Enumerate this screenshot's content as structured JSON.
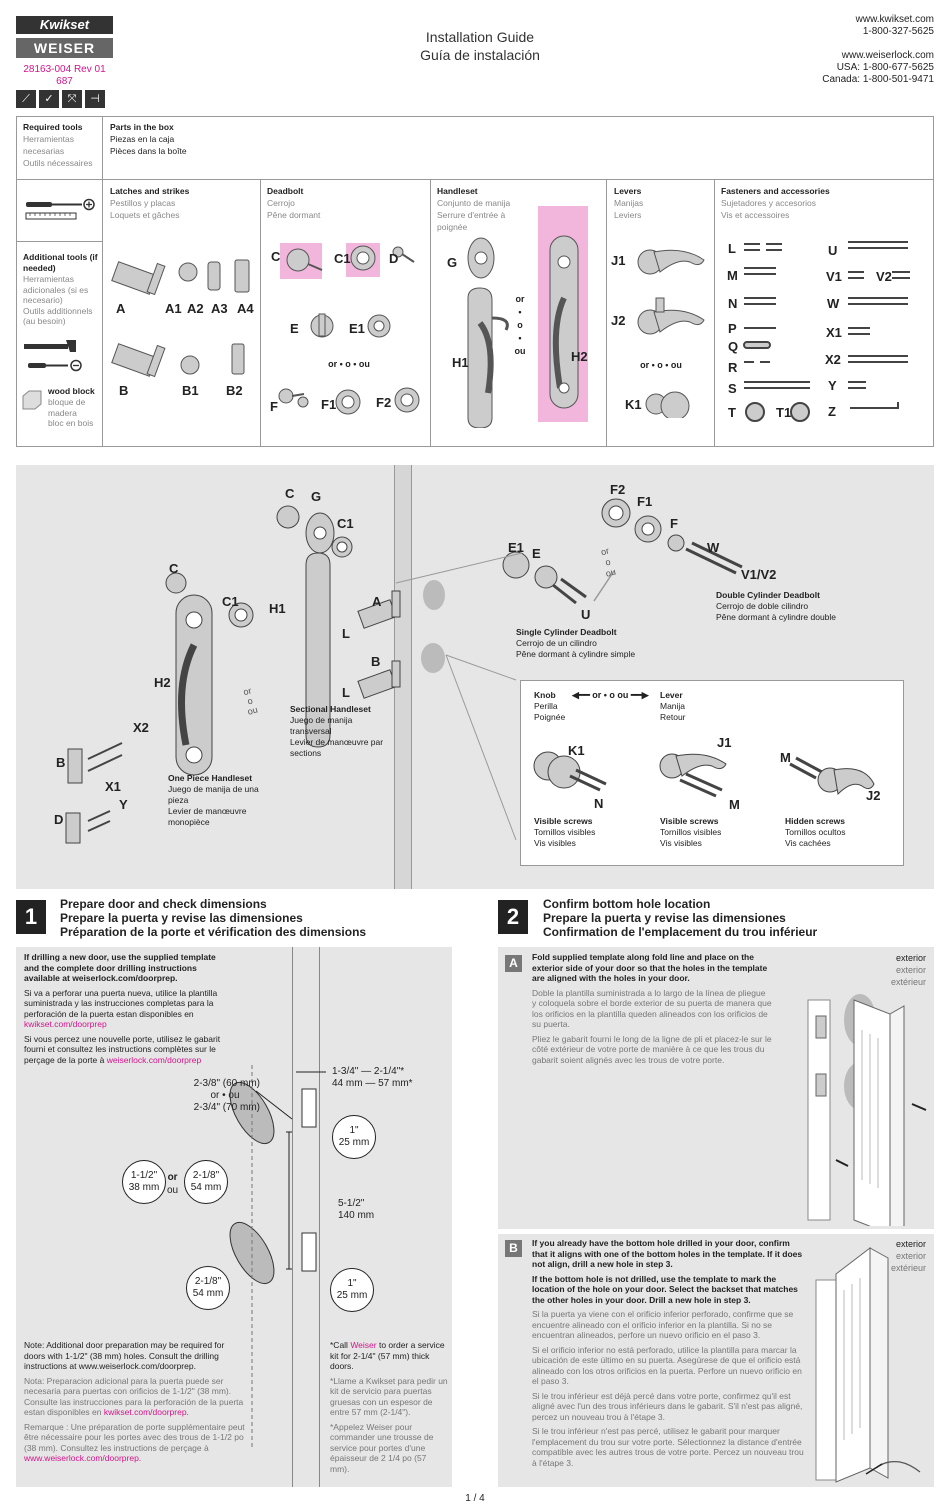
{
  "header": {
    "brand1": "Kwikset",
    "brand2": "WEISER",
    "doc_number": "28163-004 Rev 01",
    "doc_code": "687",
    "title_en": "Installation Guide",
    "title_es": "Guía de instalación",
    "web_kwikset": "www.kwikset.com",
    "phone_kwikset": "1-800-327-5625",
    "web_weiser": "www.weiserlock.com",
    "phone_usa": "USA: 1-800-677-5625",
    "phone_canada": "Canada: 1-800-501-9471"
  },
  "parts": {
    "required_tools": {
      "title": "Required tools",
      "es": "Herramientas necesarias",
      "fr": "Outils nécessaires"
    },
    "parts_in_box": {
      "title": "Parts in the box",
      "es": "Piezas en la caja",
      "fr": "Pièces dans la boîte"
    },
    "additional_tools": {
      "title": "Additional tools (if needed)",
      "es": "Herramientas adicionales (si es necesario)",
      "fr": "Outils additionnels (au besoin)",
      "wood_block": "wood block",
      "wood_es": "bloque de madera",
      "wood_fr": "bloc en bois"
    },
    "latches": {
      "title": "Latches and strikes",
      "es": "Pestillos y placas",
      "fr": "Loquets et gâches"
    },
    "deadbolt": {
      "title": "Deadbolt",
      "es": "Cerrojo",
      "fr": "Pêne dormant"
    },
    "handleset": {
      "title": "Handleset",
      "es": "Conjunto de manija",
      "fr": "Serrure d'entrée à poignée"
    },
    "levers": {
      "title": "Levers",
      "es": "Manijas",
      "fr": "Leviers"
    },
    "fasteners": {
      "title": "Fasteners and accessories",
      "es": "Sujetadores y accesorios",
      "fr": "Vis et accessoires"
    },
    "or_text": "or • o • ou",
    "or": "or",
    "o": "o",
    "ou": "ou",
    "labels": {
      "A": "A",
      "A1": "A1",
      "A2": "A2",
      "A3": "A3",
      "A4": "A4",
      "B": "B",
      "B1": "B1",
      "B2": "B2",
      "C": "C",
      "C1": "C1",
      "D": "D",
      "E": "E",
      "E1": "E1",
      "F": "F",
      "F1": "F1",
      "F2": "F2",
      "G": "G",
      "H1": "H1",
      "H2": "H2",
      "J1": "J1",
      "J2": "J2",
      "K1": "K1",
      "L": "L",
      "M": "M",
      "N": "N",
      "P": "P",
      "Q": "Q",
      "R": "R",
      "S": "S",
      "T": "T",
      "T1": "T1",
      "U": "U",
      "V1": "V1",
      "V2": "V2",
      "W": "W",
      "X1": "X1",
      "X2": "X2",
      "Y": "Y",
      "Z": "Z"
    }
  },
  "exploded": {
    "one_piece": {
      "en": "One Piece Handleset",
      "es": "Juego de manija de una pieza",
      "fr": "Levier de manœuvre monopièce"
    },
    "sectional": {
      "en": "Sectional Handleset",
      "es": "Juego de manija transversal",
      "fr": "Levier de manœuvre par sections"
    },
    "single_cyl": {
      "en": "Single Cylinder Deadbolt",
      "es": "Cerrojo de un cilindro",
      "fr": "Pêne dormant à cylindre simple"
    },
    "double_cyl": {
      "en": "Double Cylinder Deadbolt",
      "es": "Cerrojo de doble cilindro",
      "fr": "Pêne dormant à cylindre double"
    },
    "knob": {
      "en": "Knob",
      "es": "Perilla",
      "fr": "Poignée"
    },
    "lever": {
      "en": "Lever",
      "es": "Manija",
      "fr": "Retour"
    },
    "or_o_ou": "or • o ou",
    "v1v2": "V1/V2",
    "visible_screws": {
      "en": "Visible screws",
      "es": "Tornillos visibles",
      "fr": "Vis visibles"
    },
    "hidden_screws": {
      "en": "Hidden screws",
      "es": "Tornillos ocultos",
      "fr": "Vis cachées"
    }
  },
  "step1": {
    "num": "1",
    "title_en": "Prepare door and check dimensions",
    "title_es": "Prepare la puerta y revise las dimensiones",
    "title_fr": "Préparation de la porte et vérification des dimensions",
    "p1": "If drilling a new door, use the supplied template and the complete door drilling instructions available at  weiserlock.com/doorprep.",
    "p2a": "Si va a perforar una puerta nueva, utilice la plantilla suministrada y las instrucciones completas para la perforación de la puerta estan disponibles en ",
    "p2link": "kwikset.com/doorprep",
    "p3a": "Si vous percez une nouvelle porte, utilisez le gabarit fourni et consultez les instructions complètes sur le perçage de la porte à ",
    "p3link": "weiserlock.com/doorprep",
    "dim_backset": "2-3/8\" (60 mm)",
    "dim_or": "or • ou",
    "dim_backset2": "2-3/4\" (70 mm)",
    "dim_thick": "1-3/4\" — 2-1/4\"*",
    "dim_thick_mm": "44 mm — 57 mm*",
    "dim_hole1_in": "1-1/2\"",
    "dim_hole1_mm": "38 mm",
    "dim_or2": "or",
    "dim_ou": "ou",
    "dim_hole2_in": "2-1/8\"",
    "dim_hole2_mm": "54 mm",
    "dim_edge_in": "1\"",
    "dim_edge_mm": "25 mm",
    "dim_spacing_in": "5-1/2\"",
    "dim_spacing_mm": "140 mm",
    "dim_hole3_in": "2-1/8\"",
    "dim_hole3_mm": "54 mm",
    "dim_edge2_in": "1\"",
    "dim_edge2_mm": "25 mm",
    "note_en": "Note: Additional door preparation may be required for doors with 1-1/2\" (38 mm) holes. Consult the drilling instructions at www.weiserlock.com/doorprep.",
    "note_es_a": "Nota: Preparacion adicional para la puerta puede ser necesaria para puertas con orificios de 1-1/2\" (38 mm). Consulte las instrucciones para la perforación de la puerta estan disponibles en ",
    "note_es_link": "kwikset.com/doorprep.",
    "note_fr_a": "Remarque : Une préparation de porte supplémentaire peut être nécessaire pour les portes avec des trous de 1-1/2 po (38 mm). Consultez les instructions de perçage à ",
    "note_fr_link": "www.weiserlock.com/doorprep.",
    "call_a": "*Call ",
    "call_brand": "Weiser",
    "call_b": " to order a service kit for 2-1/4\" (57 mm) thick doors.",
    "call_es": "*Llame a Kwikset para pedir un kit de servicio para puertas gruesas con un espesor de entre 57 mm (2-1/4\").",
    "call_fr": "*Appelez Weiser pour commander une trousse de service pour portes d'une épaisseur de 2 1/4 po (57 mm)."
  },
  "step2": {
    "num": "2",
    "title_en": "Confirm bottom hole location",
    "title_es": "Prepare la puerta y revise las dimensiones",
    "title_fr": "Confirmation de l'emplacement du trou inférieur",
    "A_tag": "A",
    "A_en": "Fold supplied template along fold line and place on the exterior side of your door so that the holes in the template are aligned with the holes in your door.",
    "A_es": "Doble la plantilla suministrada a lo largo de la línea de pliegue y coloquela sobre el borde exterior de su puerta de manera que los orificios en la plantilla queden alineados con los orificios de su puerta.",
    "A_fr": "Pliez le gabarit fourni le long de la ligne de pli et placez-le sur le côté extérieur de votre porte de manière à ce que les trous du gabarit soient alignés avec les trous de votre porte.",
    "exterior_en": "exterior",
    "exterior_es": "exterior",
    "exterior_fr": "extérieur",
    "B_tag": "B",
    "B_en1": "If you already have the bottom hole drilled in your door, confirm that it aligns with one of the bottom holes in the template. If it does not align, drill a new hole in step 3.",
    "B_en2": "If the bottom hole is not drilled, use the template to mark the location of the hole on your door. Select the backset that matches the other holes in your door. Drill a new hole in step 3.",
    "B_es1": "Si la puerta ya viene con el orificio inferior perforado, confirme que se encuentre alineado con el orificio inferior en la plantilla. Si no se encuentran alineados, perfore un nuevo orificio en el paso 3.",
    "B_es2": "Si el orificio inferior no está perforado, utilice la plantilla para marcar la ubicación de este último en su puerta. Asegúrese de que el orificio está alineado con los otros orificios en la puerta. Perfore un nuevo orificio en el paso 3.",
    "B_fr1": "Si le trou inférieur est déjà percé dans votre porte, confirmez qu'il est aligné avec l'un des trous inférieurs dans le gabarit. S'il n'est pas aligné, percez un nouveau trou à l'étape 3.",
    "B_fr2": "Si le trou inférieur n'est pas percé, utilisez le gabarit pour marquer l'emplacement du trou sur votre porte. Sélectionnez la distance d'entrée compatible avec les autres trous de votre porte. Percez un nouveau trou à l'étape 3."
  },
  "footer": {
    "page": "1 / 4"
  }
}
